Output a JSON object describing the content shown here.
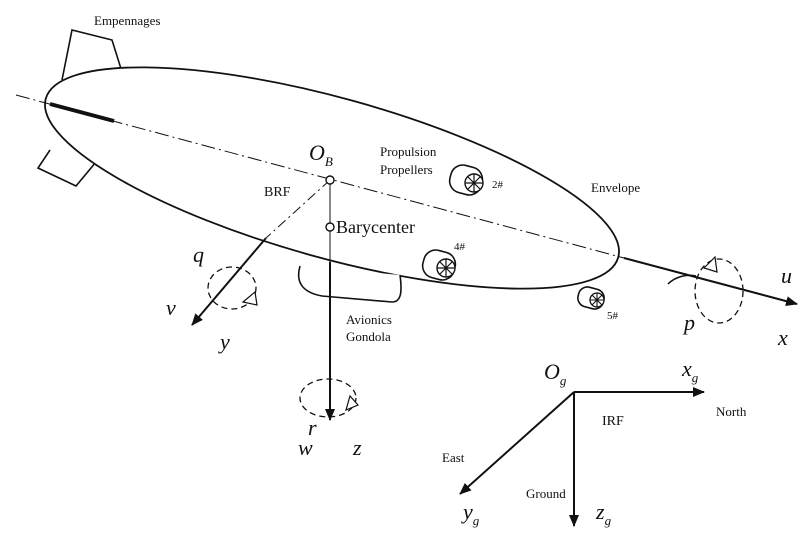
{
  "labels": {
    "empennages": "Empennages",
    "propulsion_line1": "Propulsion",
    "propulsion_line2": "Propellers",
    "envelope": "Envelope",
    "brf": "BRF",
    "barycenter": "Barycenter",
    "avionics_line1": "Avionics",
    "avionics_line2": "Gondola",
    "irf": "IRF",
    "north": "North",
    "east": "East",
    "ground": "Ground"
  },
  "propellers": {
    "p2": "2#",
    "p4": "4#",
    "p5": "5#"
  },
  "body_frame": {
    "origin_main": "O",
    "origin_sub": "B",
    "x": "x",
    "u": "u",
    "p": "p",
    "y": "y",
    "v": "v",
    "q": "q",
    "z": "z",
    "w": "w",
    "r": "r"
  },
  "inertial_frame": {
    "origin_main": "O",
    "origin_sub": "g",
    "x_main": "x",
    "x_sub": "g",
    "y_main": "y",
    "y_sub": "g",
    "z_main": "z",
    "z_sub": "g"
  },
  "colors": {
    "ink": "#111111",
    "background": "#ffffff"
  }
}
